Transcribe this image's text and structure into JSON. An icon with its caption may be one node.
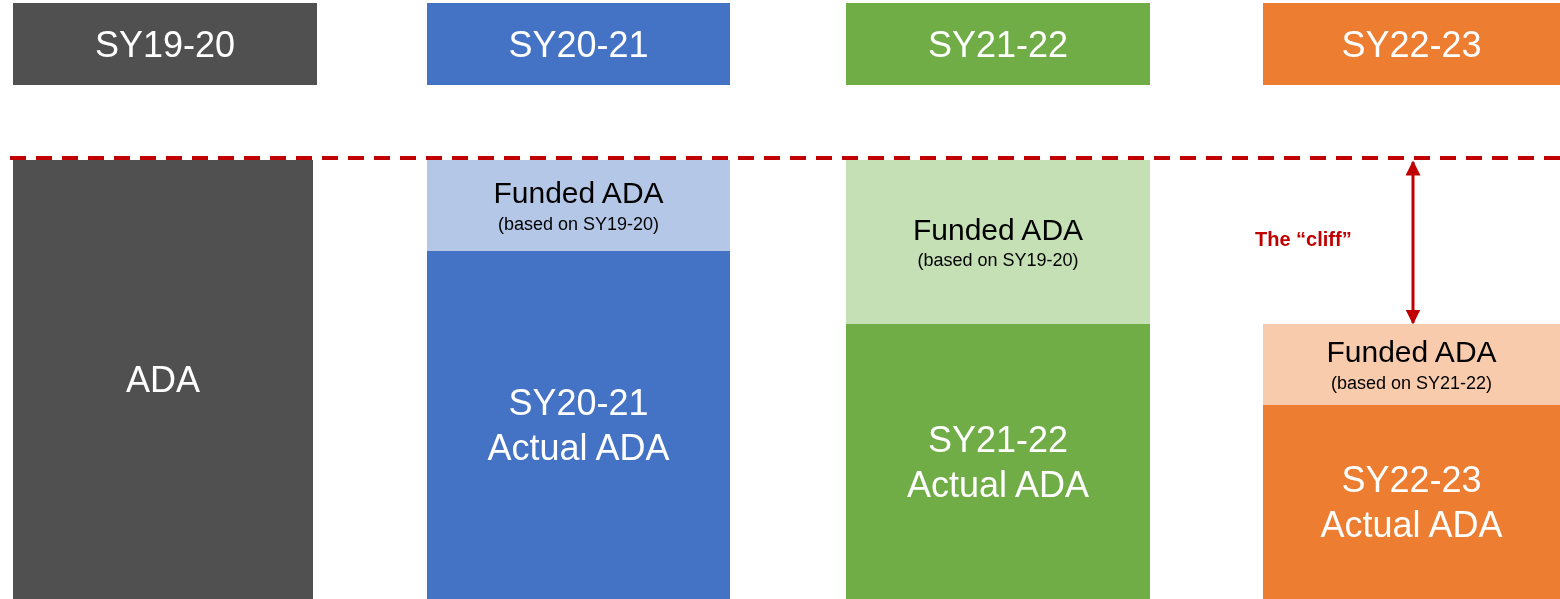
{
  "diagram": {
    "nodes": [
      {
        "text": [
          "SY19-20"
        ]
      },
      {
        "text": [
          "SY20-21"
        ]
      },
      {
        "text": [
          "SY21-22"
        ]
      },
      {
        "text": [
          "SY22-23"
        ]
      },
      {
        "text": [
          "ADA"
        ]
      },
      {
        "text": [
          "Funded ADA",
          "(based on SY19-20)"
        ]
      },
      {
        "text": [
          "SY20-21 Actual ADA"
        ]
      },
      {
        "text": [
          "Funded ADA",
          "(based on SY19-20)"
        ]
      },
      {
        "text": [
          "SY21-22 Actual ADA"
        ]
      },
      {
        "text": [
          "Funded ADA",
          "(based on SY21-22)"
        ]
      },
      {
        "text": [
          "SY22-23 Actual ADA"
        ]
      }
    ],
    "edges": [
      {
        "from": null,
        "to": 9,
        "arrow": "both",
        "label": "The “cliff”"
      }
    ]
  }
}
